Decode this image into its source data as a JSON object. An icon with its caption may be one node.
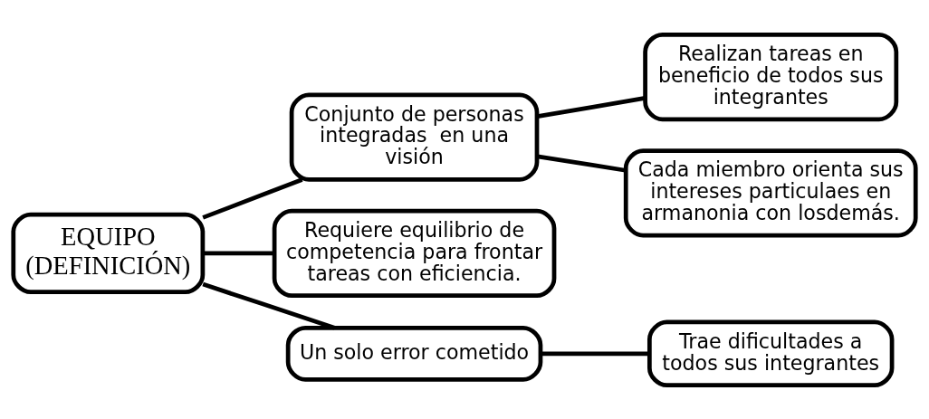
{
  "diagram": {
    "nodes": [
      {
        "text": [
          "EQUIPO (DEFINICIÓN)"
        ]
      },
      {
        "text": [
          "Conjunto de personas integradas  en una visión"
        ]
      },
      {
        "text": [
          "Realizan tareas en beneficio de todos sus integrantes"
        ]
      },
      {
        "text": [
          "Cada miembro orienta sus intereses particulaes en armanonia con losdemás."
        ]
      },
      {
        "text": [
          "Requiere equilibrio de competencia para frontar tareas con eficiencia."
        ]
      },
      {
        "text": [
          "Un solo error cometido"
        ]
      },
      {
        "text": [
          "Trae dificultades a todos sus integrantes"
        ]
      }
    ],
    "edges": [
      {
        "from": 0,
        "to": 1,
        "arrow": "none"
      },
      {
        "from": 1,
        "to": 2,
        "arrow": "none"
      },
      {
        "from": 1,
        "to": 3,
        "arrow": "none"
      },
      {
        "from": 0,
        "to": 4,
        "arrow": "none"
      },
      {
        "from": 0,
        "to": 5,
        "arrow": "none"
      },
      {
        "from": 5,
        "to": 6,
        "arrow": "none"
      }
    ]
  }
}
